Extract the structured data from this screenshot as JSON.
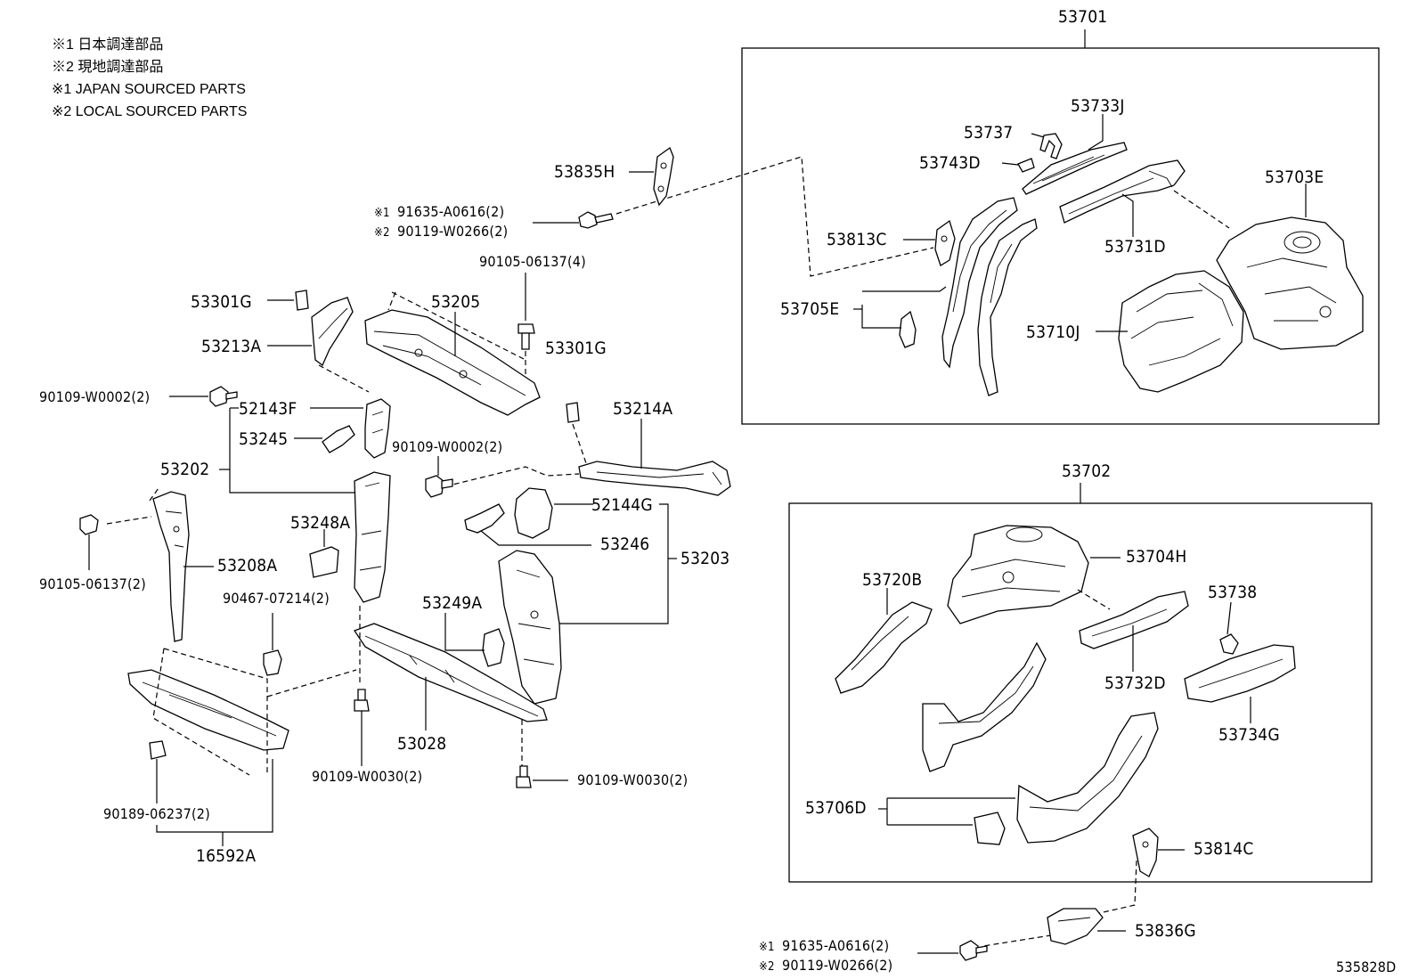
{
  "legend": [
    "※1  日本調達部品",
    "※2  現地調達部品",
    "※1  JAPAN SOURCED PARTS",
    "※2  LOCAL SOURCED PARTS"
  ],
  "labels": {
    "p53701": "53701",
    "p53733J": "53733J",
    "p53737": "53737",
    "p53743D": "53743D",
    "p53703E": "53703E",
    "p53813C": "53813C",
    "p53731D": "53731D",
    "p53705E": "53705E",
    "p53710J": "53710J",
    "p53835H": "53835H",
    "p91635_top_mark": "※1",
    "p91635_top": "91635-A0616(2)",
    "p90119_top_mark": "※2",
    "p90119_top": "90119-W0266(2)",
    "p90105_top": "90105-06137(4)",
    "p53301G_a": "53301G",
    "p53205": "53205",
    "p53213A": "53213A",
    "p53301G_b": "53301G",
    "p90109_a": "90109-W0002(2)",
    "p52143F": "52143F",
    "p53214A": "53214A",
    "p53245": "53245",
    "p90109_b": "90109-W0002(2)",
    "p53202": "53202",
    "p52144G": "52144G",
    "p53248A": "53248A",
    "p53246": "53246",
    "p53203": "53203",
    "p53208A": "53208A",
    "p90105_left": "90105-06137(2)",
    "p90467": "90467-07214(2)",
    "p53249A": "53249A",
    "p53028": "53028",
    "p90109_c": "90109-W0030(2)",
    "p90109_d": "90109-W0030(2)",
    "p90189": "90189-06237(2)",
    "p16592A": "16592A",
    "p53702": "53702",
    "p53704H": "53704H",
    "p53720B": "53720B",
    "p53738": "53738",
    "p53732D": "53732D",
    "p53734G": "53734G",
    "p53706D": "53706D",
    "p53814C": "53814C",
    "p53836G": "53836G",
    "p91635_bot_mark": "※1",
    "p91635_bot": "91635-A0616(2)",
    "p90119_bot_mark": "※2",
    "p90119_bot": "90119-W0266(2)",
    "diagram_id": "535828D"
  }
}
